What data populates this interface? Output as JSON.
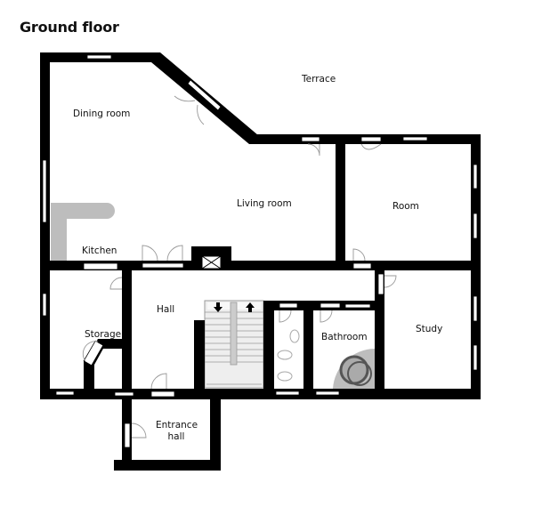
{
  "title": "Ground floor",
  "rooms": {
    "dining_room": "Dining room",
    "terrace": "Terrace",
    "living_room": "Living room",
    "room": "Room",
    "kitchen": "Kitchen",
    "hall": "Hall",
    "storage": "Storage",
    "bathroom": "Bathroom",
    "study": "Study",
    "entrance_hall_line1": "Entrance",
    "entrance_hall_line2": "hall"
  },
  "colors": {
    "wall": "#000000",
    "background": "#ffffff",
    "fixture_gray": "#bdbdbd",
    "stair_fill": "#eeeeee",
    "door_swing": "#999999"
  },
  "symbols": {
    "stairs_arrows": [
      "arrow-down",
      "arrow-up"
    ],
    "elevator_shaft": "cross-box"
  }
}
